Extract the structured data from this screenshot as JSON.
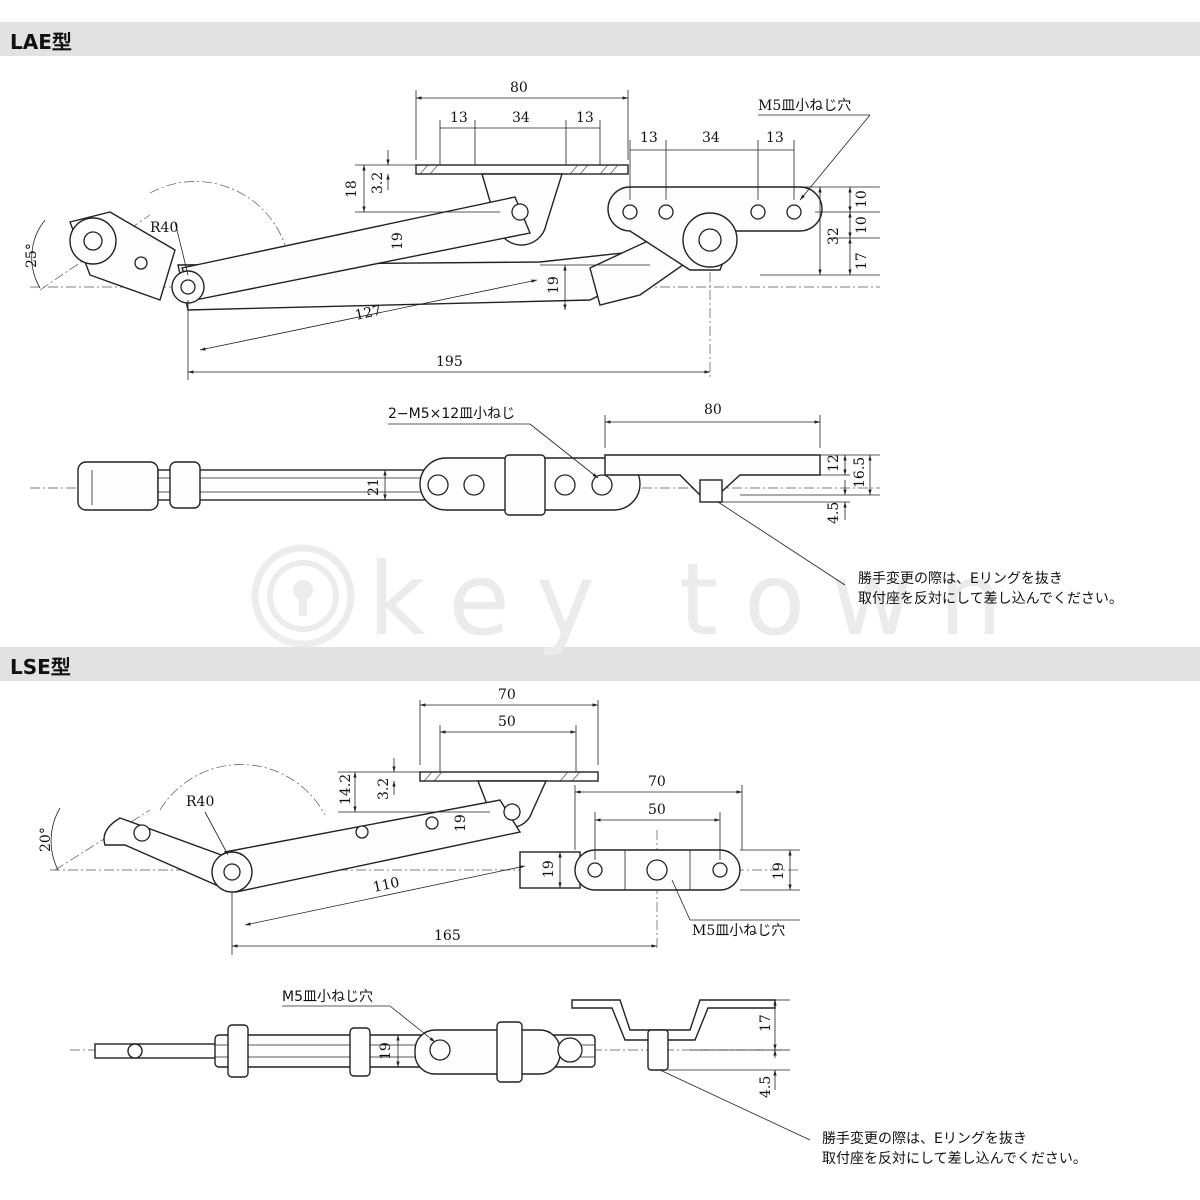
{
  "sections": {
    "lae": {
      "title": "LAE型"
    },
    "lse": {
      "title": "LSE型"
    }
  },
  "watermark": {
    "text": "key town",
    "logo_icon": "keyhole-logo-icon"
  },
  "lae_top_view": {
    "dim_80": "80",
    "dim_13_left": "13",
    "dim_34": "34",
    "dim_13_right": "13",
    "dim_13_second": "13",
    "dim_34_second": "34",
    "dim_13_third": "13",
    "screw_hole_label": "M5皿小ねじ穴",
    "dim_18": "18",
    "dim_3_2": "3.2",
    "dim_r40": "R40",
    "dim_25deg": "25°",
    "dim_19_arm": "19",
    "dim_19_vert": "19",
    "dim_127": "127",
    "dim_195": "195",
    "dim_10_a": "10",
    "dim_10_b": "10",
    "dim_32": "32",
    "dim_17": "17"
  },
  "lae_side_view": {
    "screw_label": "2−M5×12皿小ねじ",
    "dim_80": "80",
    "dim_21": "21",
    "dim_12": "12",
    "dim_16_5": "16.5",
    "dim_4_5": "4.5",
    "note_line1": "勝手変更の際は、Eリングを抜き",
    "note_line2": "取付座を反対にして差し込んでください。"
  },
  "lse_top_view": {
    "dim_70_top": "70",
    "dim_50_top": "50",
    "dim_14_2": "14.2",
    "dim_3_2": "3.2",
    "dim_r40": "R40",
    "dim_20deg": "20°",
    "dim_19_arm": "19",
    "dim_110": "110",
    "dim_165": "165",
    "dim_70_right": "70",
    "dim_50_right": "50",
    "dim_19_left": "19",
    "dim_19_right": "19",
    "screw_hole_label": "M5皿小ねじ穴"
  },
  "lse_side_view": {
    "screw_hole_label": "M5皿小ねじ穴",
    "dim_19": "19",
    "dim_17": "17",
    "dim_4_5": "4.5",
    "note_line1": "勝手変更の際は、Eリングを抜き",
    "note_line2": "取付座を反対にして差し込んでください。"
  }
}
